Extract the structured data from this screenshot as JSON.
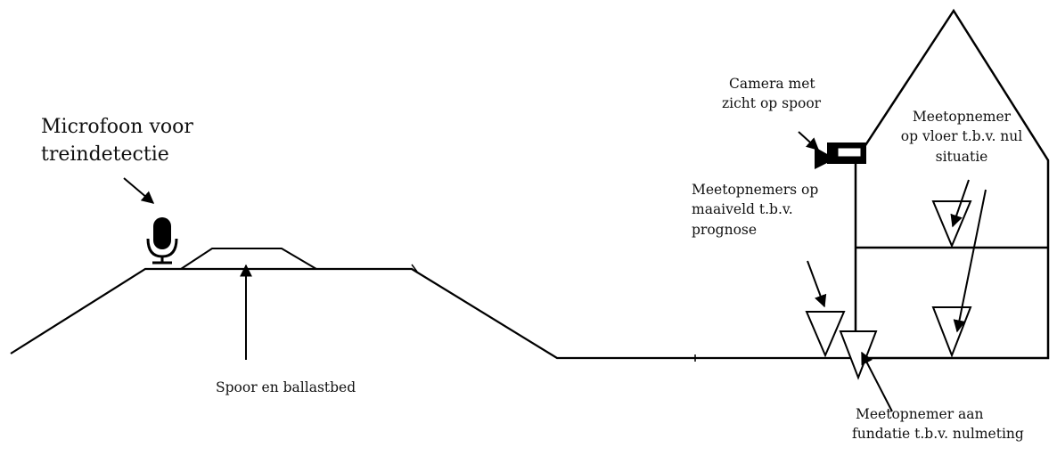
{
  "labels": {
    "microphone": [
      "Microfoon voor",
      "treindetectie"
    ],
    "track": "Spoor en ballastbed",
    "camera": [
      "Camera met",
      "zicht op spoor"
    ],
    "sensors_ground": [
      "Meetopnemers op",
      "maaiveld t.b.v.",
      "prognose"
    ],
    "sensor_floor": [
      "Meetopnemer",
      "op vloer t.b.v. nul",
      "situatie"
    ],
    "sensor_foundation": [
      "Meetopnemer aan",
      "fundatie t.b.v. nulmeting"
    ]
  },
  "icons": {
    "microphone": "microphone-icon",
    "camera": "video-camera-icon"
  }
}
